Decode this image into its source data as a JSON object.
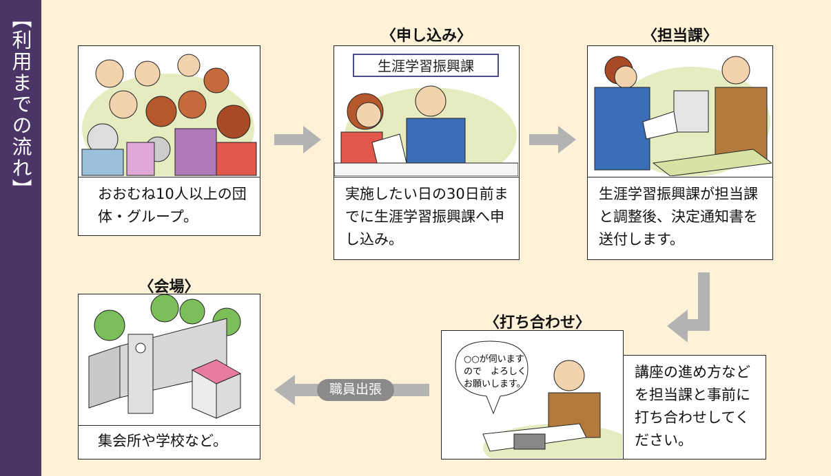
{
  "sidebar": {
    "title": "【利用までの流れ】"
  },
  "steps": {
    "group": {
      "caption": "おおむね10人以上の団体・グループ。"
    },
    "apply": {
      "heading": "〈申し込み〉",
      "sign": "生涯学習振興課",
      "caption": "実施したい日の30日前までに生涯学習振興課へ申し込み。"
    },
    "dept": {
      "heading": "〈担当課〉",
      "caption": "生涯学習振興課が担当課と調整後、決定通知書を送付します。"
    },
    "meeting": {
      "heading": "〈打ち合わせ〉",
      "bubble_lines": [
        "○○が伺います",
        "ので　よろしく",
        "お願いします。"
      ],
      "caption": "講座の進め方などを担当課と事前に打ち合わせしてください。"
    },
    "venue": {
      "heading": "〈会場〉",
      "caption": "集会所や学校など。"
    }
  },
  "arrow_label": "職員出張",
  "colors": {
    "sidebar": "#4a3566",
    "background": "#fdf2d8",
    "arrow": "#b3b3b3",
    "badge": "#8a8a8a"
  }
}
